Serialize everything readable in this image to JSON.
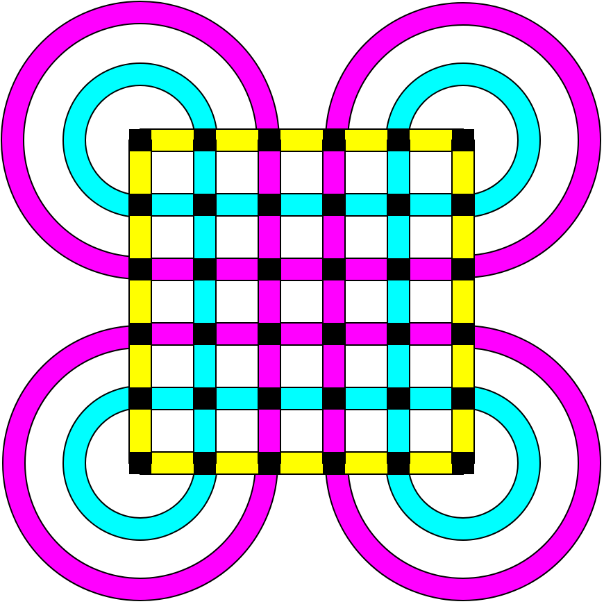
{
  "figure": {
    "description_visible_text": "",
    "grid": {
      "lines": 6
    },
    "colors": {
      "background": "#ffffff",
      "outline": "#000000",
      "node": "#000000",
      "border": "#ffff00",
      "inner": "#00ffff",
      "center": "#ff00ff"
    },
    "line_roles": [
      "border",
      "inner",
      "center",
      "center",
      "inner",
      "border"
    ],
    "loops": [
      {
        "name": "top-left-outer",
        "role": "center"
      },
      {
        "name": "top-left-inner",
        "role": "inner"
      },
      {
        "name": "top-right-outer",
        "role": "center"
      },
      {
        "name": "top-right-inner",
        "role": "inner"
      },
      {
        "name": "bottom-left-outer",
        "role": "center"
      },
      {
        "name": "bottom-left-inner",
        "role": "inner"
      },
      {
        "name": "bottom-right-outer",
        "role": "center"
      },
      {
        "name": "bottom-right-inner",
        "role": "inner"
      }
    ]
  }
}
